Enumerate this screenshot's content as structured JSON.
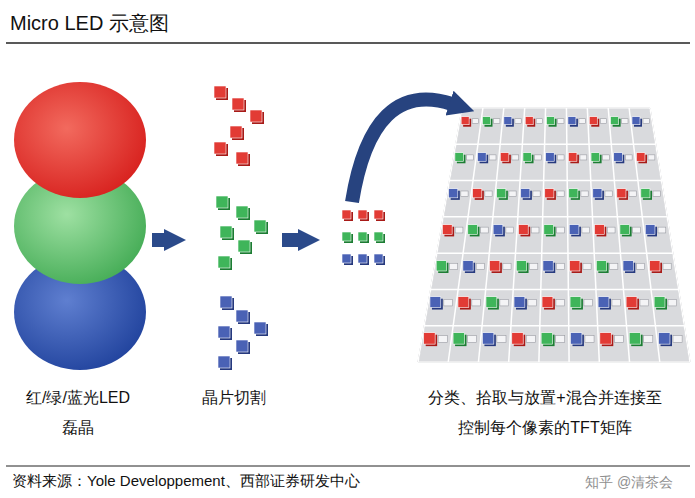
{
  "diagram": {
    "title": "Micro LED 示意图",
    "caption": "资料来源：Yole Developpement、西部证券研发中心",
    "nodes": [
      {
        "text": [
          "红/绿/蓝光LED 磊晶"
        ]
      },
      {
        "text": [
          "晶片切割"
        ]
      },
      {
        "text": [
          "分类、拾取与放置+混合并连接至 控制每个像素的TFT矩阵"
        ]
      }
    ],
    "edges": [
      {
        "from": 0,
        "to": 1,
        "arrow": "to"
      },
      {
        "from": 1,
        "to": 2,
        "arrow": "to"
      }
    ],
    "labels": [
      "知乎 @清茶会"
    ]
  }
}
